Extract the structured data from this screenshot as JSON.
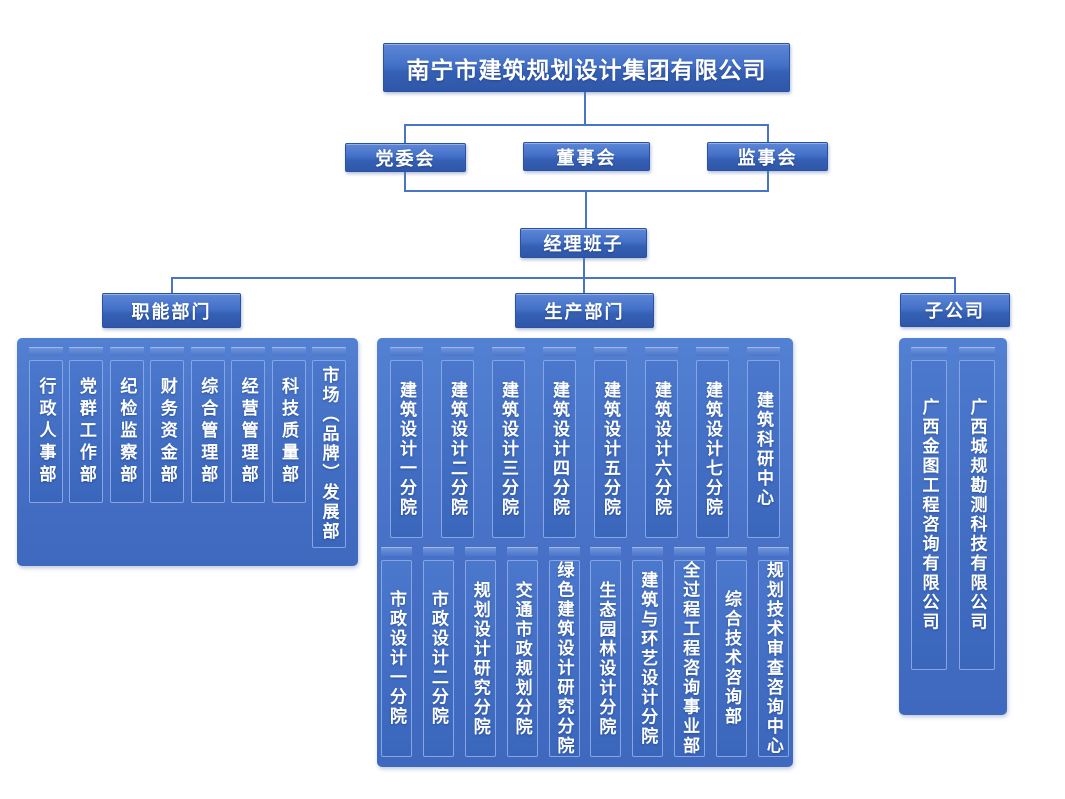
{
  "org": {
    "title": "南宁市建筑规划设计集团有限公司",
    "governance": [
      "党委会",
      "董事会",
      "监事会"
    ],
    "management": "经理班子",
    "functional": {
      "label": "职能部门",
      "items": [
        "行政人事部",
        "党群工作部",
        "纪检监察部",
        "财务资金部",
        "综合管理部",
        "经营管理部",
        "科技质量部",
        "市场（品牌）发展部"
      ]
    },
    "production": {
      "label": "生产部门",
      "row1": [
        "建筑设计一分院",
        "建筑设计二分院",
        "建筑设计三分院",
        "建筑设计四分院",
        "建筑设计五分院",
        "建筑设计六分院",
        "建筑设计七分院",
        "建筑科研中心"
      ],
      "row2": [
        "市政设计一分院",
        "市政设计二分院",
        "规划设计研究分院",
        "交通市政规划分院",
        "绿色建筑设计研究分院",
        "生态园林设计分院",
        "建筑与环艺设计分院",
        "全过程工程咨询事业部",
        "综合技术咨询部",
        "规划技术审查咨询中心"
      ]
    },
    "subsidiaries": {
      "label": "子公司",
      "items": [
        "广西金图工程咨询有限公司",
        "广西城规勘测科技有限公司"
      ]
    },
    "colors": {
      "node_fill": "#3a66bd",
      "node_border": "#2b51a3",
      "connector": "#4a74c6",
      "text": "#ffffff"
    }
  }
}
